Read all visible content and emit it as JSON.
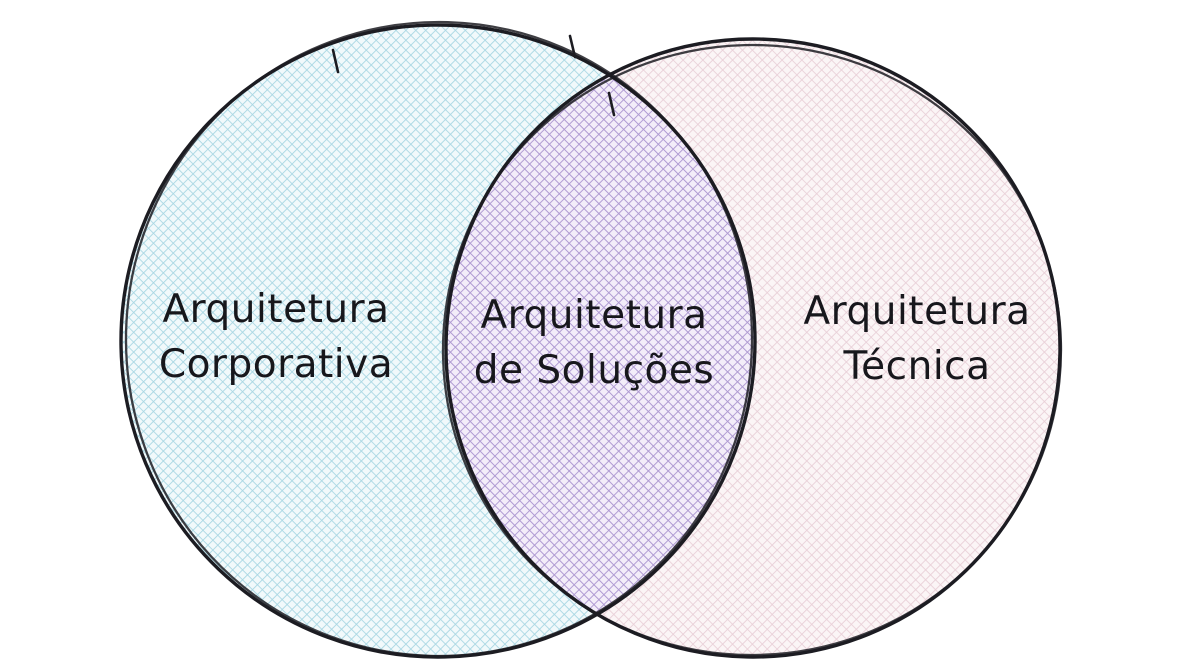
{
  "diagram": {
    "type": "venn",
    "background": "#ffffff",
    "stroke_color": "#1c1c22",
    "text_color": "#17171c",
    "sets": [
      {
        "name": "left",
        "label_line1": "Arquitetura",
        "label_line2": "Corporativa",
        "hatch_color": "#a9d7e3",
        "cell_color": "#f1f9fb"
      },
      {
        "name": "intersection",
        "label_line1": "Arquitetura",
        "label_line2": "de Soluções",
        "hatch_color": "#af9ad2",
        "cell_color": "#f3edf9"
      },
      {
        "name": "right",
        "label_line1": "Arquitetura",
        "label_line2": "Técnica",
        "hatch_color": "#e9d0d8",
        "cell_color": "#fbf5f6"
      }
    ]
  }
}
